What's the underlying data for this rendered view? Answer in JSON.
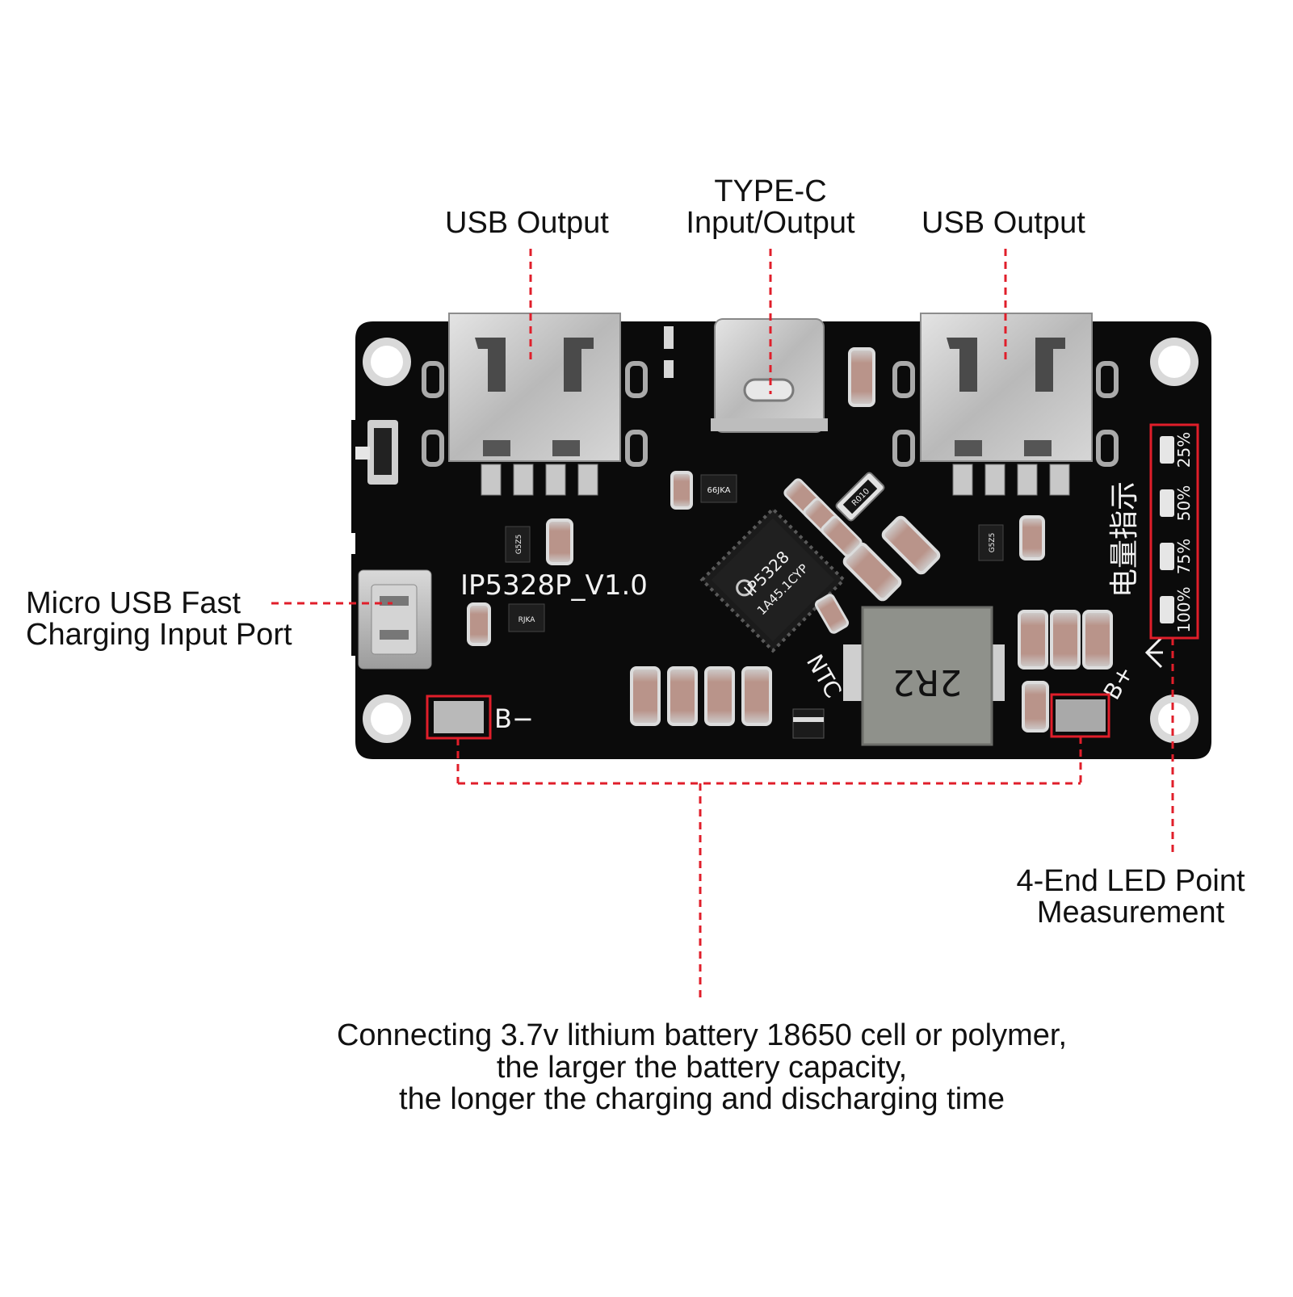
{
  "callouts": {
    "usb_output_left": "USB Output",
    "typec_line1": "TYPE-C",
    "typec_line2": "Input/Output",
    "usb_output_right": "USB Output",
    "micro_usb_line1": "Micro USB Fast",
    "micro_usb_line2": "Charging Input Port",
    "led_line1": "4-End LED Point",
    "led_line2": "Measurement",
    "battery_line1": "Connecting 3.7v lithium battery 18650 cell or polymer,",
    "battery_line2": "the larger the battery capacity,",
    "battery_line3": "the longer the charging and discharging time"
  },
  "board": {
    "model": "IP5328P_V1.0",
    "chip_line1": "IP5328",
    "chip_line2": "1A45.1CYP",
    "inductor": "2R2",
    "ntc": "NTC",
    "b_minus": "B−",
    "b_plus": "B+",
    "indicator_cn": "电量指示",
    "led_levels": [
      "25%",
      "50%",
      "75%",
      "100%"
    ],
    "transistor_marks": [
      "66JKA",
      "R010",
      "G5Z5",
      "G5Z5",
      "RJKA"
    ]
  },
  "colors": {
    "pcb": "#0b0b0b",
    "callout_line": "#e01e2a",
    "metal": "#c9c9c9",
    "silkscreen": "#f2f2f2"
  }
}
